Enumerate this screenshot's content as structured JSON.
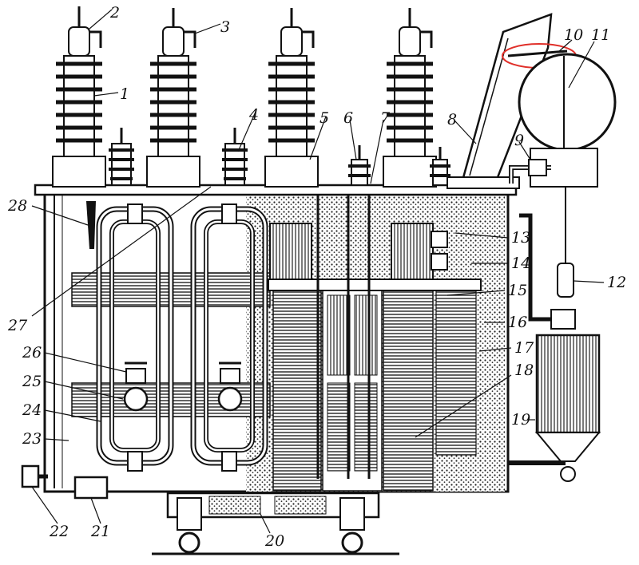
{
  "labels": {
    "n1": "1",
    "n2": "2",
    "n3": "3",
    "n4": "4",
    "n5": "5",
    "n6": "6",
    "n7": "7",
    "n8": "8",
    "n9": "9",
    "n10": "10",
    "n11": "11",
    "n12": "12",
    "n13": "13",
    "n14": "14",
    "n15": "15",
    "n16": "16",
    "n17": "17",
    "n18": "18",
    "n19": "19",
    "n20": "20",
    "n21": "21",
    "n22": "22",
    "n23": "23",
    "n24": "24",
    "n25": "25",
    "n26": "26",
    "n27": "27",
    "n28": "28"
  },
  "colors": {
    "ink": "#111111",
    "paper": "#ffffff",
    "highlight": "#e0302a"
  }
}
